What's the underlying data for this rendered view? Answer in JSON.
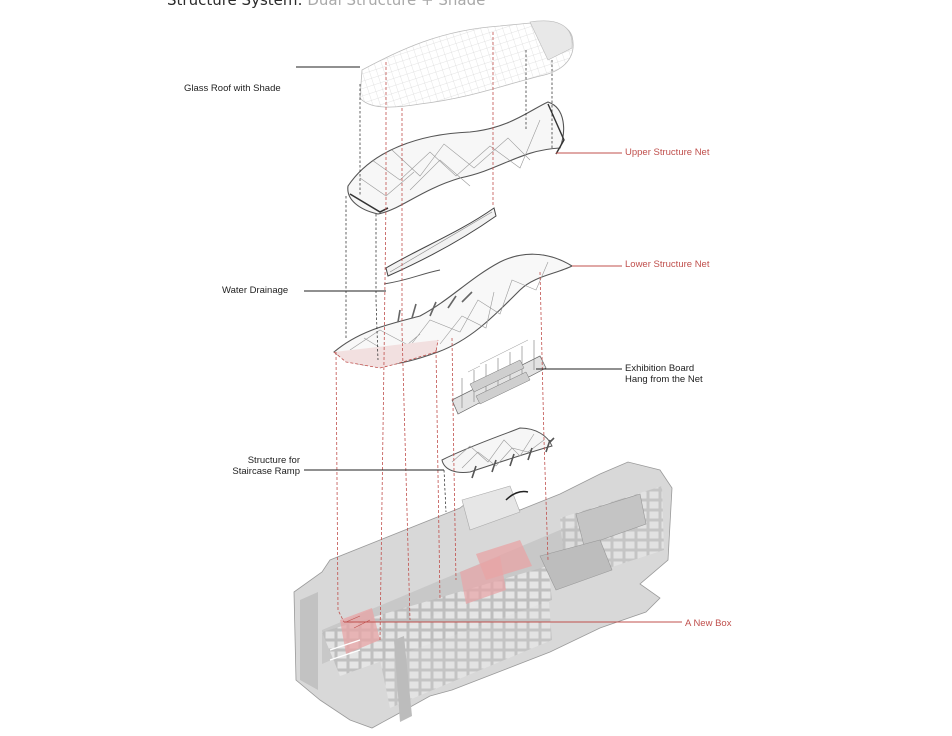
{
  "header": {
    "title_main": "Structure System:",
    "title_sub": "Dual Structure + Shade"
  },
  "labels": {
    "glass_roof": "Glass Roof with Shade",
    "upper_net": "Upper Structure Net",
    "lower_net": "Lower Structure Net",
    "water_drainage": "Water Drainage",
    "exhibition_board": [
      "Exhibition Board",
      "Hang from the Net"
    ],
    "staircase_structure": [
      "Structure for",
      "Staircase Ramp"
    ],
    "new_box": "A New Box"
  },
  "colors": {
    "accent_red": "#c0504d",
    "leader_dark": "#222222",
    "building_gray": "#d9d9d9",
    "highlight_red": "#e8777a"
  }
}
